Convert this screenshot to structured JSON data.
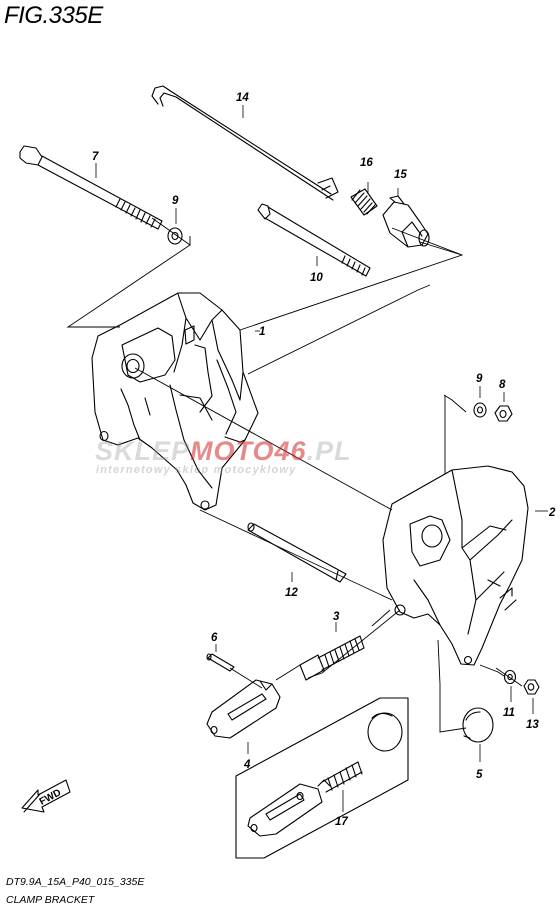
{
  "figure": {
    "title": "FIG.335E",
    "diagram_code": "DT9.9A_15A_P40_015_335E",
    "diagram_name": "CLAMP BRACKET"
  },
  "watermark": {
    "brand_prefix": "SKLEP",
    "brand_accent": "MOTO46",
    "brand_suffix": ".PL",
    "tagline": "internetowy sklep motocyklowy",
    "accent_color": "#d62828"
  },
  "direction_badge": "FWD",
  "callouts": [
    {
      "id": "1"
    },
    {
      "id": "2"
    },
    {
      "id": "3"
    },
    {
      "id": "4"
    },
    {
      "id": "5"
    },
    {
      "id": "6"
    },
    {
      "id": "7"
    },
    {
      "id": "8"
    },
    {
      "id": "9"
    },
    {
      "id": "9"
    },
    {
      "id": "10"
    },
    {
      "id": "11"
    },
    {
      "id": "12"
    },
    {
      "id": "13"
    },
    {
      "id": "14"
    },
    {
      "id": "15"
    },
    {
      "id": "16"
    },
    {
      "id": "17"
    }
  ]
}
